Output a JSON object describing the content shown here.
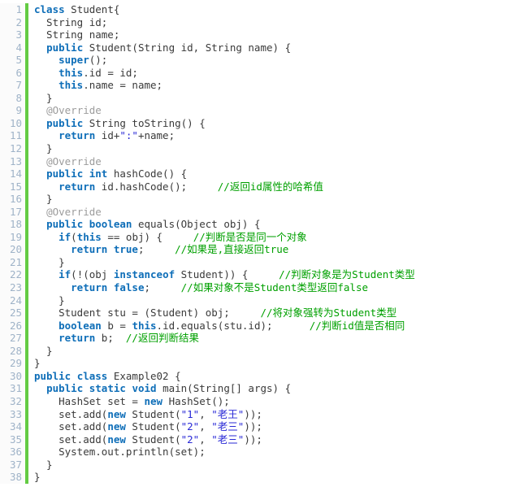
{
  "editor": {
    "language": "java",
    "colors": {
      "background": "#ffffff",
      "gutter_background": "#fbfbfb",
      "line_number": "#9fb3c8",
      "indicator_bar": "#64cb43",
      "plain": "#3a3a3a",
      "keyword": "#0e6eb8",
      "string": "#2929d6",
      "comment": "#00a000",
      "annotation": "#9c9c9c"
    },
    "lines": [
      {
        "n": "1",
        "tokens": [
          [
            "class",
            "k"
          ],
          [
            " Student{",
            "p"
          ]
        ]
      },
      {
        "n": "2",
        "tokens": [
          [
            "  String id;",
            "p"
          ]
        ]
      },
      {
        "n": "3",
        "tokens": [
          [
            "  String name;",
            "p"
          ]
        ]
      },
      {
        "n": "4",
        "tokens": [
          [
            "  ",
            "p"
          ],
          [
            "public",
            "k"
          ],
          [
            " Student(String id, String name) {",
            "p"
          ]
        ]
      },
      {
        "n": "5",
        "tokens": [
          [
            "    ",
            "p"
          ],
          [
            "super",
            "k"
          ],
          [
            "();",
            "p"
          ]
        ]
      },
      {
        "n": "6",
        "tokens": [
          [
            "    ",
            "p"
          ],
          [
            "this",
            "k"
          ],
          [
            ".id = id;",
            "p"
          ]
        ]
      },
      {
        "n": "7",
        "tokens": [
          [
            "    ",
            "p"
          ],
          [
            "this",
            "k"
          ],
          [
            ".name = name;",
            "p"
          ]
        ]
      },
      {
        "n": "8",
        "tokens": [
          [
            "  }",
            "p"
          ]
        ]
      },
      {
        "n": "9",
        "tokens": [
          [
            "  ",
            "p"
          ],
          [
            "@Override",
            "a"
          ]
        ]
      },
      {
        "n": "10",
        "tokens": [
          [
            "  ",
            "p"
          ],
          [
            "public",
            "k"
          ],
          [
            " String toString() {",
            "p"
          ]
        ]
      },
      {
        "n": "11",
        "tokens": [
          [
            "    ",
            "p"
          ],
          [
            "return",
            "k"
          ],
          [
            " id+",
            "p"
          ],
          [
            "\":\"",
            "s"
          ],
          [
            "+name;",
            "p"
          ]
        ]
      },
      {
        "n": "12",
        "tokens": [
          [
            "  }",
            "p"
          ]
        ]
      },
      {
        "n": "13",
        "tokens": [
          [
            "  ",
            "p"
          ],
          [
            "@Override",
            "a"
          ]
        ]
      },
      {
        "n": "14",
        "tokens": [
          [
            "  ",
            "p"
          ],
          [
            "public",
            "k"
          ],
          [
            " ",
            "p"
          ],
          [
            "int",
            "k"
          ],
          [
            " hashCode() {",
            "p"
          ]
        ]
      },
      {
        "n": "15",
        "tokens": [
          [
            "    ",
            "p"
          ],
          [
            "return",
            "k"
          ],
          [
            " id.hashCode();     ",
            "p"
          ],
          [
            "//返回id属性的哈希值",
            "c"
          ]
        ]
      },
      {
        "n": "16",
        "tokens": [
          [
            "  }",
            "p"
          ]
        ]
      },
      {
        "n": "17",
        "tokens": [
          [
            "  ",
            "p"
          ],
          [
            "@Override",
            "a"
          ]
        ]
      },
      {
        "n": "18",
        "tokens": [
          [
            "  ",
            "p"
          ],
          [
            "public",
            "k"
          ],
          [
            " ",
            "p"
          ],
          [
            "boolean",
            "k"
          ],
          [
            " equals(Object obj) {",
            "p"
          ]
        ]
      },
      {
        "n": "19",
        "tokens": [
          [
            "    ",
            "p"
          ],
          [
            "if",
            "k"
          ],
          [
            "(",
            "p"
          ],
          [
            "this",
            "k"
          ],
          [
            " == obj) {     ",
            "p"
          ],
          [
            "//判断是否是同一个对象",
            "c"
          ]
        ]
      },
      {
        "n": "20",
        "tokens": [
          [
            "      ",
            "p"
          ],
          [
            "return",
            "k"
          ],
          [
            " ",
            "p"
          ],
          [
            "true",
            "k"
          ],
          [
            ";     ",
            "p"
          ],
          [
            "//如果是,直接返回true",
            "c"
          ]
        ]
      },
      {
        "n": "21",
        "tokens": [
          [
            "    }",
            "p"
          ]
        ]
      },
      {
        "n": "22",
        "tokens": [
          [
            "    ",
            "p"
          ],
          [
            "if",
            "k"
          ],
          [
            "(!(obj ",
            "p"
          ],
          [
            "instanceof",
            "k"
          ],
          [
            " Student)) {     ",
            "p"
          ],
          [
            "//判断对象是为Student类型",
            "c"
          ]
        ]
      },
      {
        "n": "23",
        "tokens": [
          [
            "      ",
            "p"
          ],
          [
            "return",
            "k"
          ],
          [
            " ",
            "p"
          ],
          [
            "false",
            "k"
          ],
          [
            ";     ",
            "p"
          ],
          [
            "//如果对象不是Student类型返回false",
            "c"
          ]
        ]
      },
      {
        "n": "24",
        "tokens": [
          [
            "    }",
            "p"
          ]
        ]
      },
      {
        "n": "25",
        "tokens": [
          [
            "    Student stu = (Student) obj;     ",
            "p"
          ],
          [
            "//将对象强转为Student类型",
            "c"
          ]
        ]
      },
      {
        "n": "26",
        "tokens": [
          [
            "    ",
            "p"
          ],
          [
            "boolean",
            "k"
          ],
          [
            " b = ",
            "p"
          ],
          [
            "this",
            "k"
          ],
          [
            ".id.equals(stu.id);      ",
            "p"
          ],
          [
            "//判断id值是否相同",
            "c"
          ]
        ]
      },
      {
        "n": "27",
        "tokens": [
          [
            "    ",
            "p"
          ],
          [
            "return",
            "k"
          ],
          [
            " b;  ",
            "p"
          ],
          [
            "//返回判断结果",
            "c"
          ]
        ]
      },
      {
        "n": "28",
        "tokens": [
          [
            "  }",
            "p"
          ]
        ]
      },
      {
        "n": "29",
        "tokens": [
          [
            "}",
            "p"
          ]
        ]
      },
      {
        "n": "30",
        "tokens": [
          [
            "public",
            "k"
          ],
          [
            " ",
            "p"
          ],
          [
            "class",
            "k"
          ],
          [
            " Example02 {",
            "p"
          ]
        ]
      },
      {
        "n": "31",
        "tokens": [
          [
            "  ",
            "p"
          ],
          [
            "public",
            "k"
          ],
          [
            " ",
            "p"
          ],
          [
            "static",
            "k"
          ],
          [
            " ",
            "p"
          ],
          [
            "void",
            "k"
          ],
          [
            " main(String[] args) {",
            "p"
          ]
        ]
      },
      {
        "n": "32",
        "tokens": [
          [
            "    HashSet set = ",
            "p"
          ],
          [
            "new",
            "k"
          ],
          [
            " HashSet();",
            "p"
          ]
        ]
      },
      {
        "n": "33",
        "tokens": [
          [
            "    set.add(",
            "p"
          ],
          [
            "new",
            "k"
          ],
          [
            " Student(",
            "p"
          ],
          [
            "\"1\"",
            "s"
          ],
          [
            ", ",
            "p"
          ],
          [
            "\"老王\"",
            "s"
          ],
          [
            "));",
            "p"
          ]
        ]
      },
      {
        "n": "34",
        "tokens": [
          [
            "    set.add(",
            "p"
          ],
          [
            "new",
            "k"
          ],
          [
            " Student(",
            "p"
          ],
          [
            "\"2\"",
            "s"
          ],
          [
            ", ",
            "p"
          ],
          [
            "\"老三\"",
            "s"
          ],
          [
            "));",
            "p"
          ]
        ]
      },
      {
        "n": "35",
        "tokens": [
          [
            "    set.add(",
            "p"
          ],
          [
            "new",
            "k"
          ],
          [
            " Student(",
            "p"
          ],
          [
            "\"2\"",
            "s"
          ],
          [
            ", ",
            "p"
          ],
          [
            "\"老三\"",
            "s"
          ],
          [
            "));",
            "p"
          ]
        ]
      },
      {
        "n": "36",
        "tokens": [
          [
            "    System.out.println(set);",
            "p"
          ]
        ]
      },
      {
        "n": "37",
        "tokens": [
          [
            "  }",
            "p"
          ]
        ]
      },
      {
        "n": "38",
        "tokens": [
          [
            "}",
            "p"
          ]
        ]
      }
    ]
  }
}
